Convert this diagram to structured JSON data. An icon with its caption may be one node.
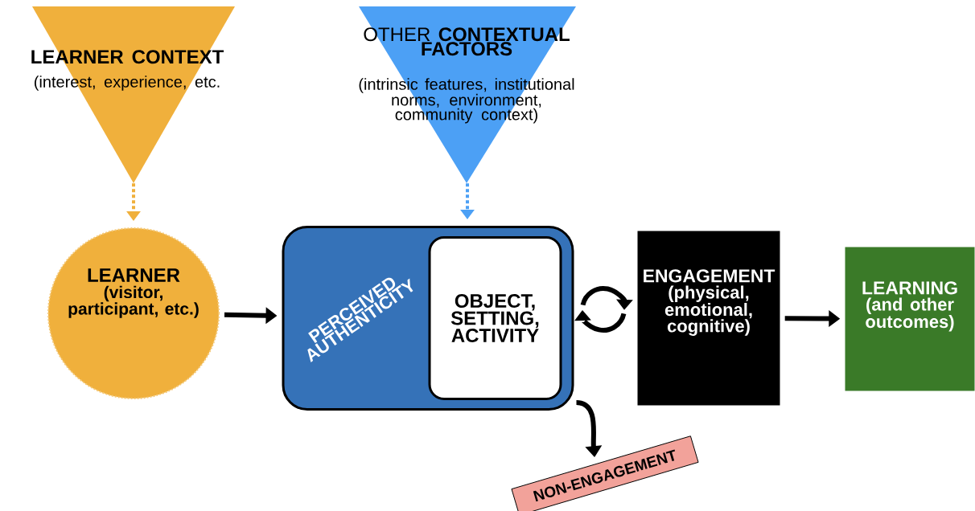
{
  "diagram": {
    "nodes": [
      {
        "text": [
          "LEARNER CONTEXT",
          "(interest, experience, etc."
        ]
      },
      {
        "text": [
          "OTHER **CONTEXTUAL FACTORS**",
          "(intrinsic features, institutional norms, environment, community context)"
        ]
      },
      {
        "text": [
          "LEARNER",
          "(visitor, participant, etc.)"
        ]
      },
      {
        "text": [
          "PERCEIVED AUTHENTICITY"
        ]
      },
      {
        "text": [
          "OBJECT, SETTING, ACTIVITY"
        ],
        "in": 3
      },
      {
        "text": [
          "ENGAGEMENT",
          "(physical, emotional, cognitive)"
        ]
      },
      {
        "text": [
          "LEARNING",
          "(and other outcomes)"
        ]
      },
      {
        "text": [
          "NON-ENGAGEMENT"
        ]
      }
    ],
    "edges": [
      {
        "from": 0,
        "to": 2,
        "arrow": "to",
        "style": "dashed",
        "color": "#f0b03c"
      },
      {
        "from": 1,
        "to": 3,
        "arrow": "to",
        "style": "dashed",
        "color": "#4ca0f5"
      },
      {
        "from": 2,
        "to": 3,
        "arrow": "to"
      },
      {
        "from": 3,
        "to": 7,
        "arrow": "to"
      },
      {
        "from": 5,
        "to": 6,
        "arrow": "to"
      }
    ]
  }
}
